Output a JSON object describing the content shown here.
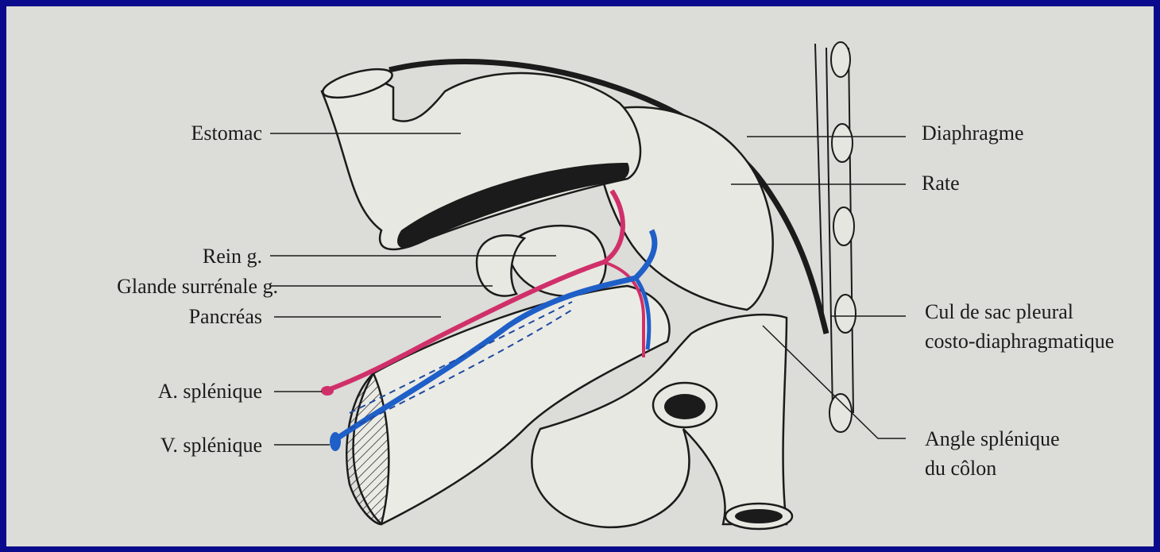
{
  "labels_left": {
    "estomac": "Estomac",
    "rein": "Rein g.",
    "glande": "Glande surrénale g.",
    "pancreas": "Pancréas",
    "artere": "A. splénique",
    "veine": "V. splénique"
  },
  "labels_right": {
    "diaphragme": "Diaphragme",
    "rate": "Rate",
    "cul_de_sac_1": "Cul de sac pleural",
    "cul_de_sac_2": "costo-diaphragmatique",
    "angle_1": "Angle splénique",
    "angle_2": "du côlon"
  },
  "colors": {
    "border": "#0a0a8c",
    "background": "#dcdcd8",
    "line": "#1b1b1b",
    "artery": "#d0306a",
    "vein": "#1f5fc8"
  }
}
